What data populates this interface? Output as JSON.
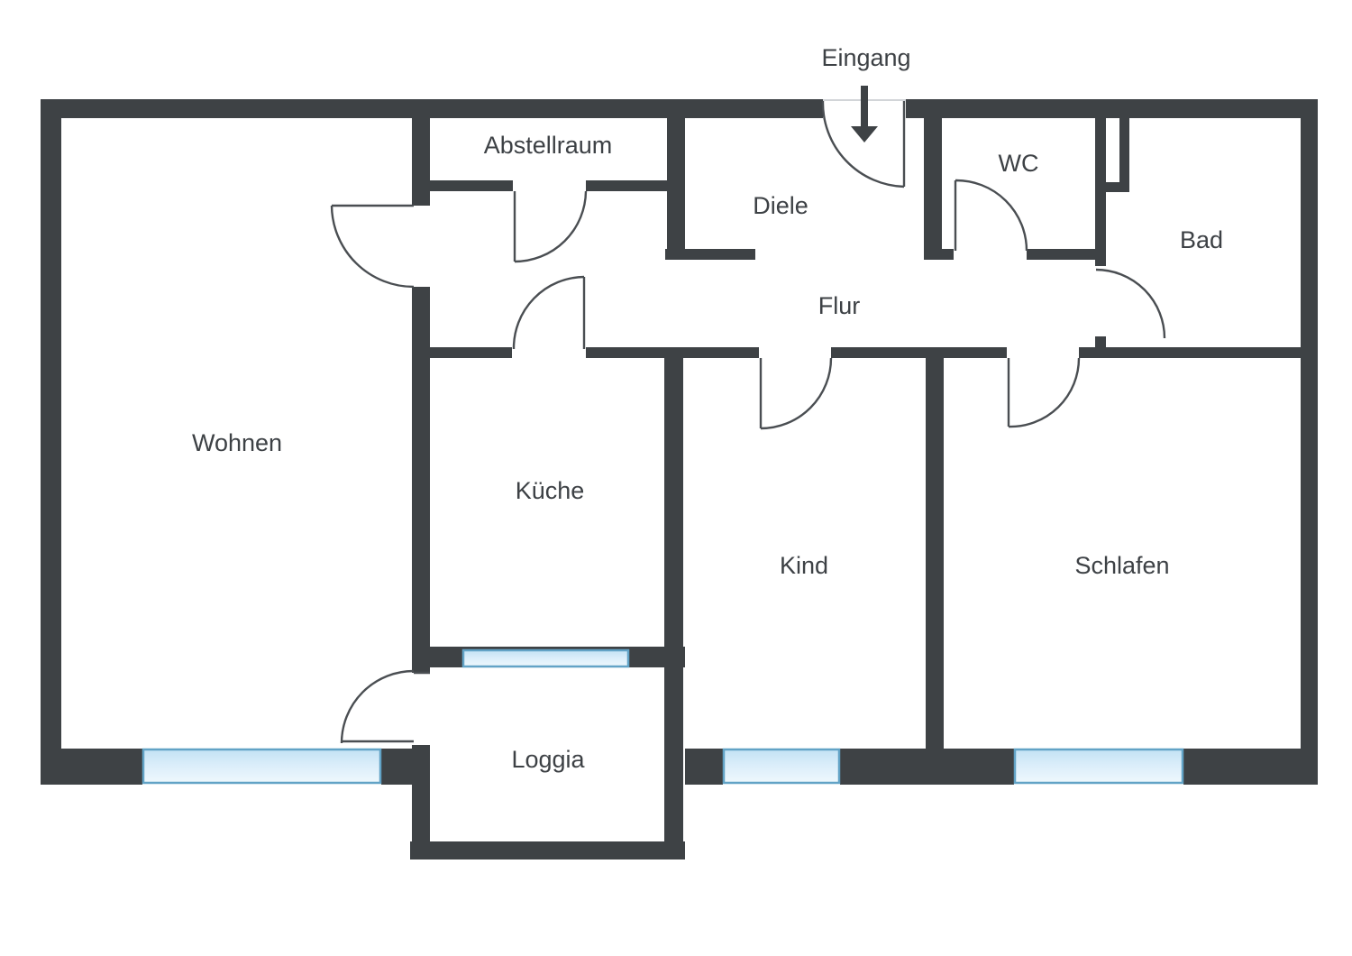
{
  "plan": {
    "entrance_label": "Eingang",
    "rooms": {
      "abstellraum": {
        "label": "Abstellraum"
      },
      "diele": {
        "label": "Diele"
      },
      "wc": {
        "label": "WC"
      },
      "bad": {
        "label": "Bad"
      },
      "flur": {
        "label": "Flur"
      },
      "wohnen": {
        "label": "Wohnen"
      },
      "kueche": {
        "label": "Küche"
      },
      "kind": {
        "label": "Kind"
      },
      "schlafen": {
        "label": "Schlafen"
      },
      "loggia": {
        "label": "Loggia"
      }
    }
  },
  "colors": {
    "wall": "#3e4245",
    "door_stroke": "#4a4e52",
    "text": "#3d4145",
    "threshold": "#d2d5d8",
    "window_border": "#62a3c6",
    "window_fill_top": "#c3e2f4",
    "window_fill_mid": "#dcEEfa",
    "window_fill_bottom": "#eef8fd"
  }
}
